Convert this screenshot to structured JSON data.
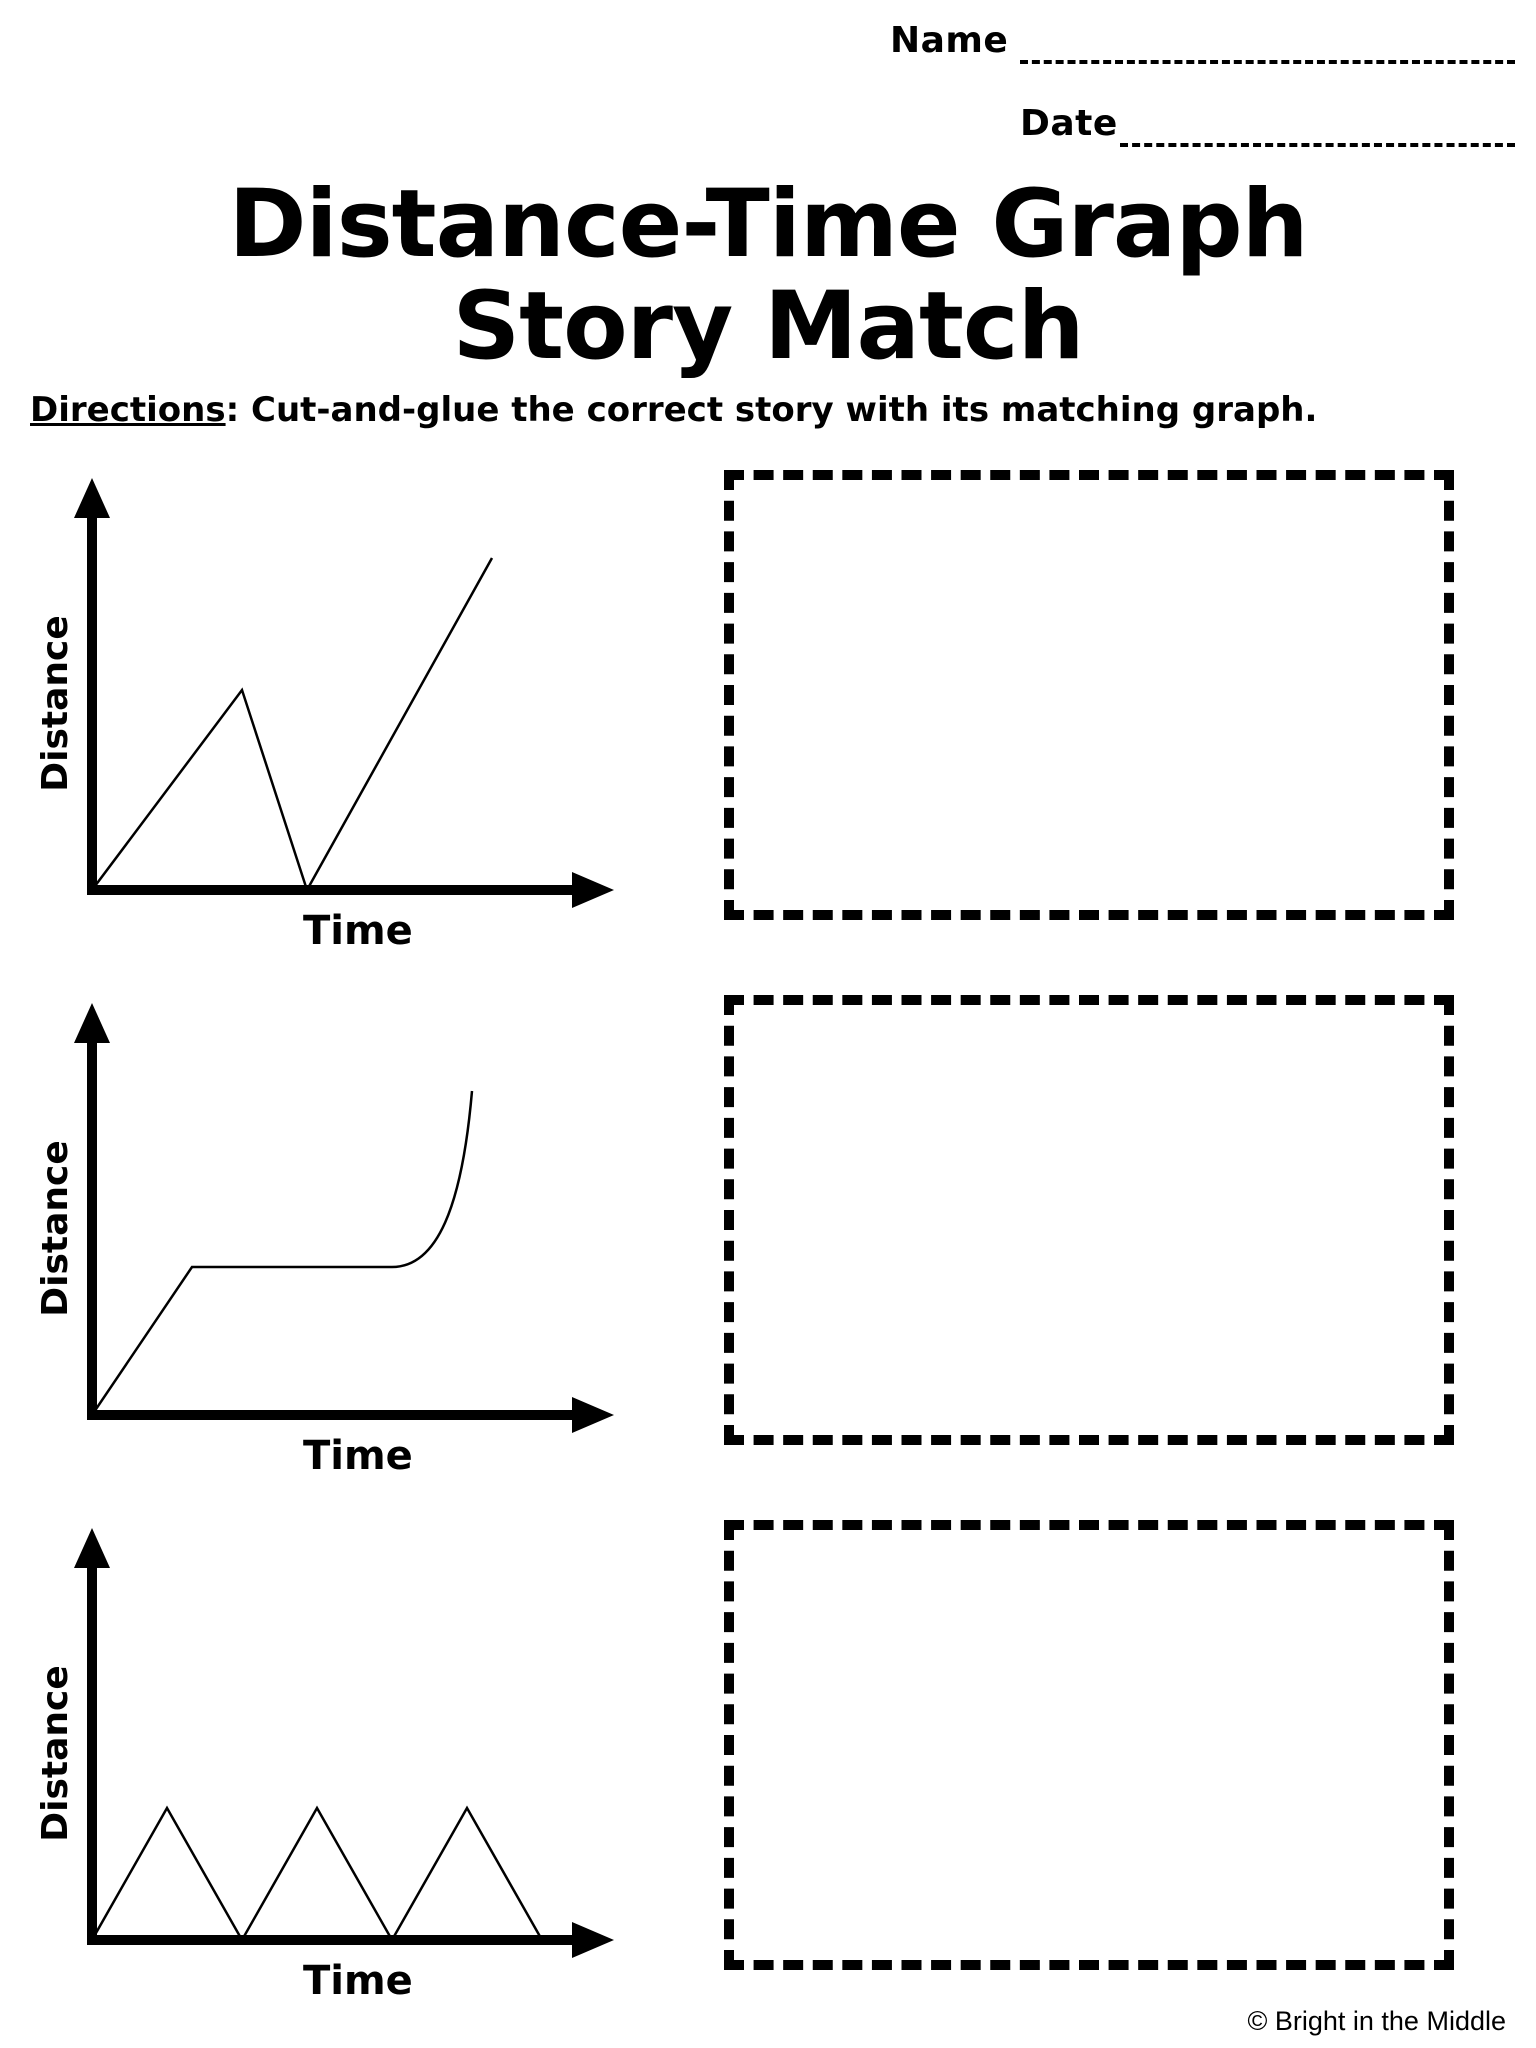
{
  "header": {
    "name_label": "Name",
    "date_label": "Date"
  },
  "title": {
    "line1": "Distance-Time Graph",
    "line2": "Story Match"
  },
  "directions": {
    "lead": "Directions",
    "text": ": Cut-and-glue the correct story with its matching graph."
  },
  "chart_data": [
    {
      "type": "line",
      "title": "",
      "xlabel": "Time",
      "ylabel": "Distance",
      "x": [
        0,
        3,
        4.3,
        8
      ],
      "y": [
        0,
        5,
        0,
        8.3
      ],
      "xlim": [
        0,
        10
      ],
      "ylim": [
        0,
        10
      ],
      "grid": false
    },
    {
      "type": "line",
      "title": "",
      "xlabel": "Time",
      "ylabel": "Distance",
      "x": [
        0,
        2,
        6,
        6.7,
        7.2,
        7.4,
        7.6
      ],
      "y": [
        0,
        3.7,
        3.7,
        4.1,
        5.2,
        6.5,
        8.1
      ],
      "xlim": [
        0,
        10
      ],
      "ylim": [
        0,
        10
      ],
      "grid": false
    },
    {
      "type": "line",
      "title": "",
      "xlabel": "Time",
      "ylabel": "Distance",
      "x": [
        0,
        1.5,
        3,
        4.5,
        6,
        7.5,
        9
      ],
      "y": [
        0,
        3.3,
        0,
        3.3,
        0,
        3.3,
        0
      ],
      "xlim": [
        0,
        10
      ],
      "ylim": [
        0,
        10
      ],
      "grid": false
    }
  ],
  "footer": {
    "credit": "© Bright in the Middle"
  }
}
